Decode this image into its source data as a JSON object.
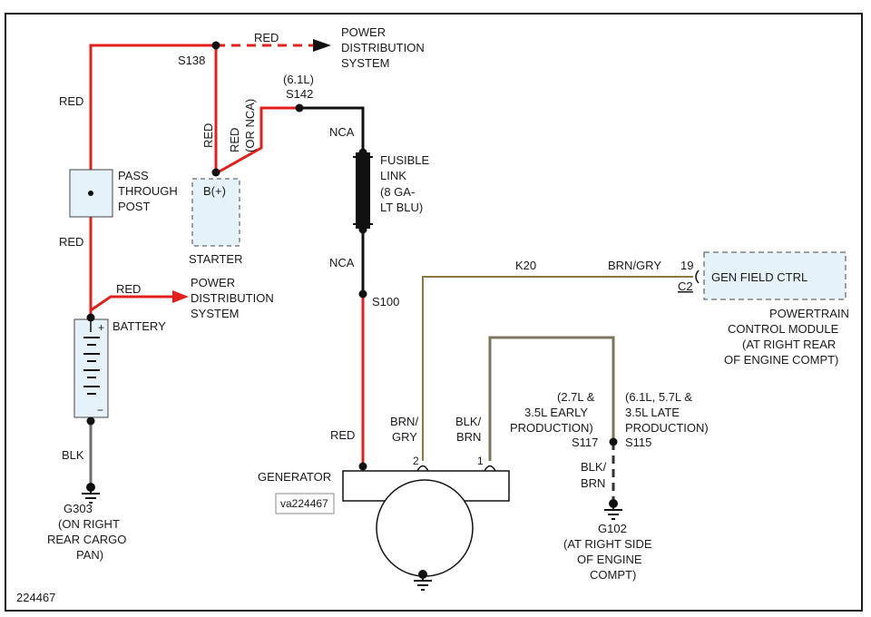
{
  "colors": {
    "red_wire": "#e3211c",
    "brown_grey_wire": "#8c7a3a",
    "black_brown_wire": "#7d7461",
    "black_wire": "#111111",
    "component_fill": "#e6f2fa",
    "frame": "#1a1a1a"
  },
  "diagram_id": "224467",
  "image_tag": "va224467",
  "labels": {
    "red_top": "RED",
    "red_left_upper": "RED",
    "red_left_lower": "RED",
    "red_starter_vertical": "RED",
    "red_or_nca_line1": "RED",
    "red_or_nca_line2": "(OR NCA)",
    "red_battery_branch": "RED",
    "red_generator": "RED",
    "blk_battery": "BLK",
    "nca_upper": "NCA",
    "nca_lower": "NCA",
    "k20": "K20",
    "brn_gry_top": "BRN/GRY",
    "brn_gry_gen_1": "BRN/",
    "brn_gry_gen_2": "GRY",
    "blk_brn_gen_1": "BLK/",
    "blk_brn_gen_2": "BRN",
    "blk_brn_ground_1": "BLK/",
    "blk_brn_ground_2": "BRN"
  },
  "splices": {
    "s138": "S138",
    "s142_note": "(6.1L)",
    "s142": "S142",
    "s100": "S100",
    "s117": "S117",
    "s115": "S115"
  },
  "notes": {
    "early_1": "(2.7L &",
    "early_2": "3.5L EARLY",
    "early_3": "PRODUCTION)",
    "late_1": "(6.1L, 5.7L &",
    "late_2": "3.5L LATE",
    "late_3": "PRODUCTION)"
  },
  "components": {
    "pds_top": [
      "POWER",
      "DISTRIBUTION",
      "SYSTEM"
    ],
    "pds_battery": [
      "POWER",
      "DISTRIBUTION",
      "SYSTEM"
    ],
    "pass_through": [
      "PASS",
      "THROUGH",
      "POST"
    ],
    "starter_terminal": "B(+)",
    "starter": "STARTER",
    "fusible_link": [
      "FUSIBLE",
      "LINK",
      "(8 GA-",
      "LT BLU)"
    ],
    "battery": "BATTERY",
    "battery_plus": "+",
    "battery_minus": "−",
    "generator": "GENERATOR",
    "gen_pin_2": "2",
    "gen_pin_1": "1",
    "pcm_pin": "19",
    "pcm_connector": "C2",
    "gen_field_ctrl": "GEN FIELD CTRL",
    "pcm": [
      "POWERTRAIN",
      "CONTROL MODULE",
      "(AT RIGHT REAR",
      "OF ENGINE COMPT)"
    ],
    "g303": [
      "G303",
      "(ON RIGHT",
      "REAR CARGO",
      "PAN)"
    ],
    "g102": [
      "G102",
      "(AT RIGHT SIDE",
      "OF ENGINE",
      "COMPT)"
    ]
  }
}
